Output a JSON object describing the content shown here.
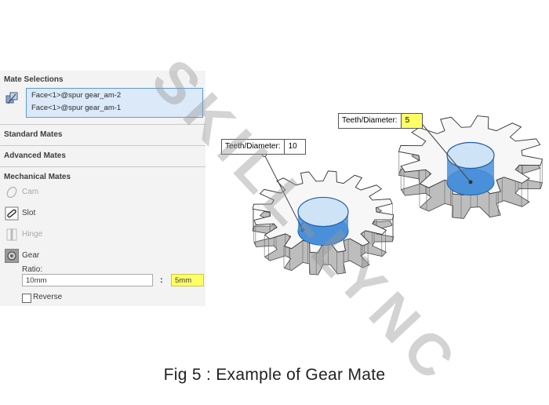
{
  "panel": {
    "mate_selections": {
      "header": "Mate Selections",
      "items": [
        "Face<1>@spur gear_am-2",
        "Face<1>@spur gear_am-1"
      ]
    },
    "standard_mates": "Standard Mates",
    "advanced_mates": "Advanced Mates",
    "mechanical_mates": {
      "header": "Mechanical Mates",
      "items": [
        "Cam",
        "Slot",
        "Hinge",
        "Gear"
      ]
    },
    "ratio": {
      "label": "Ratio:",
      "left_value": "10mm",
      "separator": ":",
      "right_value": "5mm"
    },
    "reverse_label": "Reverse"
  },
  "gears": {
    "left_callout": {
      "label": "Teeth/Diameter:",
      "value": "10"
    },
    "right_callout": {
      "label": "Teeth/Diameter:",
      "value": "5"
    }
  },
  "watermark": "SKILL-LYNC",
  "caption": "Fig 5 : Example of Gear Mate",
  "colors": {
    "selection_blue": "#5b9bd5",
    "highlight_yellow": "#ffff66",
    "face_blue": "#4a90d9"
  }
}
